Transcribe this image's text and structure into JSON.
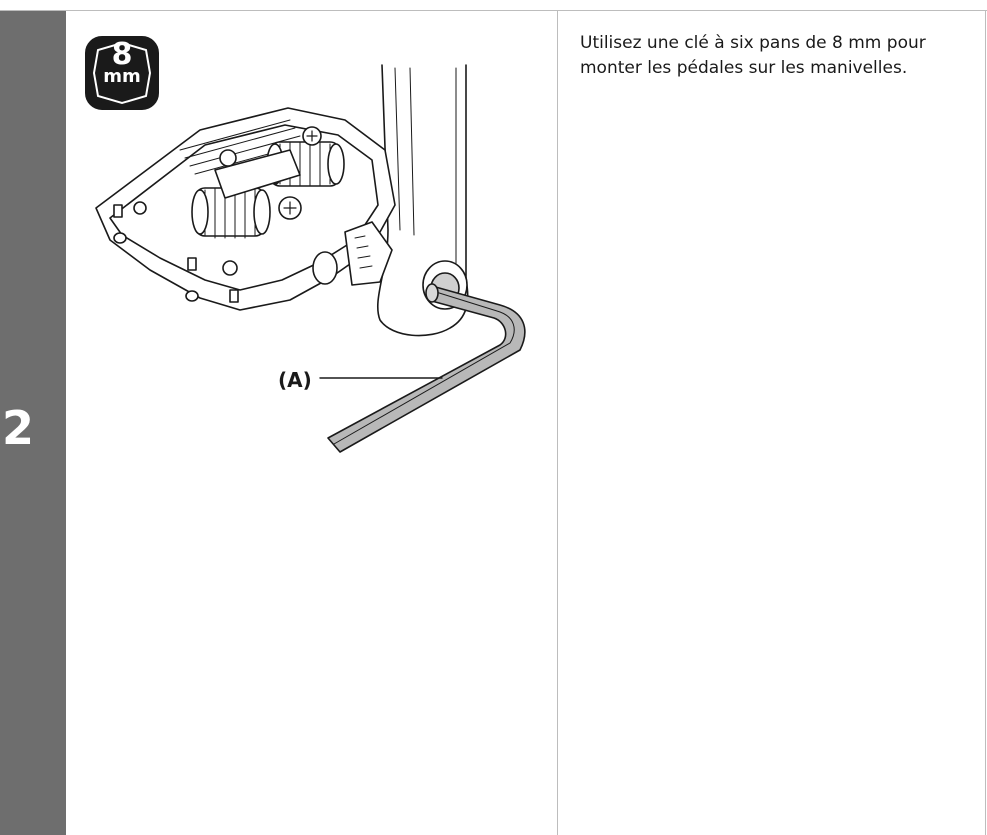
{
  "step": {
    "number": "2"
  },
  "tool": {
    "size": "8",
    "unit": "mm",
    "icon": "hex-wrench-size-icon"
  },
  "figure": {
    "callout_label": "(A)"
  },
  "instruction": {
    "text": "Utilisez une clé à six pans de 8 mm pour monter les pédales sur les manivelles."
  },
  "colors": {
    "step_bar": "#6e6e6e",
    "rule": "#bdbdbd",
    "badge": "#1a1a1a",
    "wrench": "#b8b8b8"
  }
}
